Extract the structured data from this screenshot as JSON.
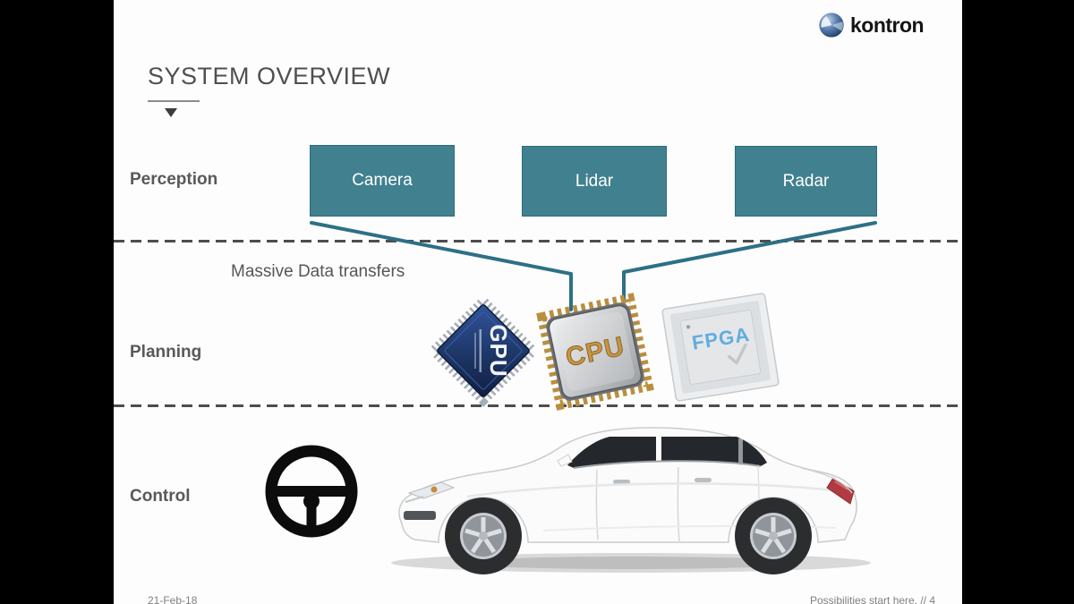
{
  "logo": {
    "text": "kontron"
  },
  "title": "SYSTEM OVERVIEW",
  "layers": {
    "perception": {
      "label": "Perception",
      "sensors": [
        {
          "label": "Camera"
        },
        {
          "label": "Lidar"
        },
        {
          "label": "Radar"
        }
      ]
    },
    "planning": {
      "label": "Planning",
      "note": "Massive Data transfers",
      "chips": [
        {
          "label": "GPU"
        },
        {
          "label": "CPU"
        },
        {
          "label": "FPGA"
        }
      ]
    },
    "control": {
      "label": "Control"
    }
  },
  "footer": {
    "date": "21-Feb-18",
    "tagline": "Possibilities start here.",
    "page": "// 4"
  },
  "colors": {
    "sensor_box": "#41808f",
    "connector": "#2c7086",
    "dash_line": "#4d4d4d",
    "label_text": "#595959",
    "title_text": "#4f4f4f",
    "logo_blue": "#2f5d9e",
    "gpu_blue": "#1d3666",
    "cpu_gold": "#c79440",
    "fpga_blue": "#5fade0"
  }
}
